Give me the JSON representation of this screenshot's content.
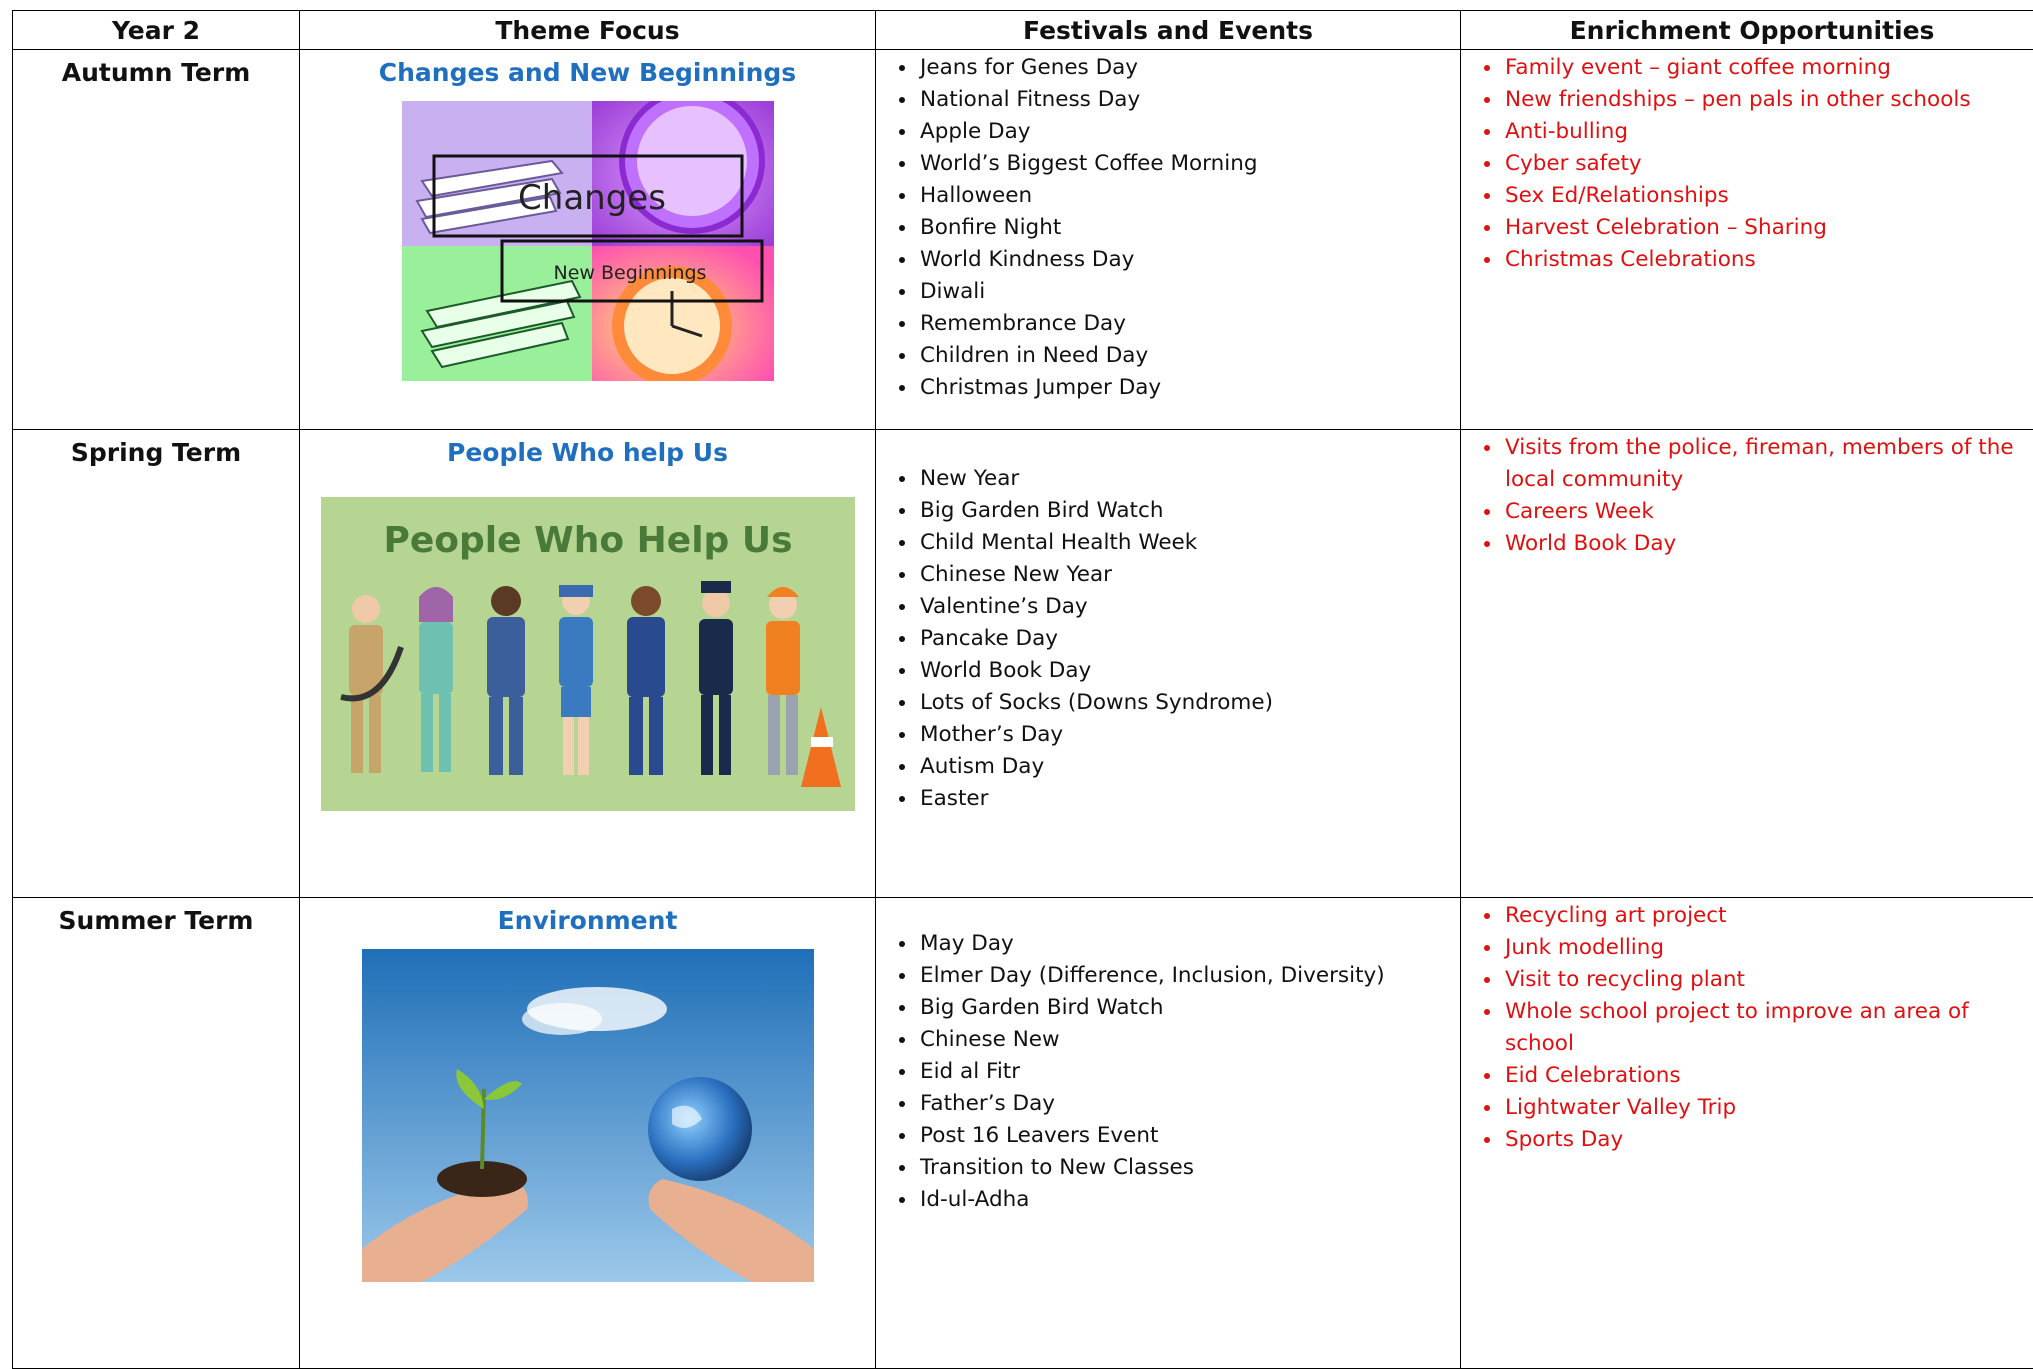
{
  "headers": {
    "col1": "Year 2",
    "col2": "Theme Focus",
    "col3": "Festivals and Events",
    "col4": "Enrichment Opportunities"
  },
  "rows": [
    {
      "term": "Autumn Term",
      "theme": "Changes and New Beginnings",
      "image_text": {
        "line1": "Changes",
        "line2": "New Beginnings"
      },
      "festivals": [
        "Jeans for Genes Day",
        "National Fitness Day",
        "Apple Day",
        "World’s Biggest Coffee Morning",
        "Halloween",
        "Bonfire Night",
        "World Kindness Day",
        "Diwali",
        "Remembrance Day",
        "Children in Need Day",
        "Christmas Jumper Day"
      ],
      "enrichment": [
        "Family event – giant coffee morning",
        "New friendships – pen pals in other schools",
        "Anti-bulling",
        "Cyber safety",
        "Sex Ed/Relationships",
        "Harvest Celebration – Sharing",
        "Christmas Celebrations"
      ]
    },
    {
      "term": "Spring Term",
      "theme": "People Who help Us",
      "image_text": {
        "line1": "People Who Help Us"
      },
      "festivals": [
        "New Year",
        "Big Garden Bird Watch",
        "Child Mental Health Week",
        "Chinese New Year",
        "Valentine’s Day",
        "Pancake Day",
        "World Book Day",
        "Lots of Socks (Downs Syndrome)",
        "Mother’s Day",
        "Autism Day",
        "Easter"
      ],
      "enrichment": [
        "Visits from the police, fireman, members of the local community",
        "Careers Week",
        "World Book Day"
      ]
    },
    {
      "term": "Summer Term",
      "theme": "Environment",
      "festivals": [
        "May Day",
        "Elmer Day (Difference, Inclusion, Diversity)",
        "Big Garden Bird Watch",
        "Chinese New",
        "Eid al Fitr",
        "Father’s Day",
        "Post 16 Leavers Event",
        "Transition to New Classes",
        "Id-ul-Adha"
      ],
      "enrichment": [
        "Recycling art project",
        "Junk modelling",
        "Visit to recycling plant",
        "Whole school project to improve an area of school",
        "Eid Celebrations",
        "Lightwater Valley Trip",
        "Sports Day"
      ]
    }
  ],
  "colors": {
    "theme_title": "#1e6fbf",
    "enrichment_text": "#e01010",
    "border": "#000000"
  }
}
